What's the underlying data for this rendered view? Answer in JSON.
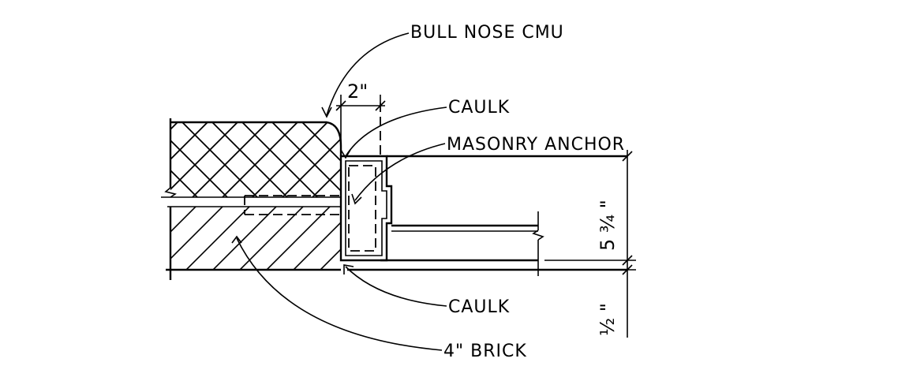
{
  "labels": {
    "bull_nose_cmu": "BULL NOSE CMU",
    "caulk_top": "CAULK",
    "masonry_anchor": "MASONRY ANCHOR",
    "caulk_bottom": "CAULK",
    "brick": "4\" BRICK"
  },
  "dimensions": {
    "width_top": "2\"",
    "frame_depth": "5 ¾ \"",
    "reveal": "½ \""
  }
}
